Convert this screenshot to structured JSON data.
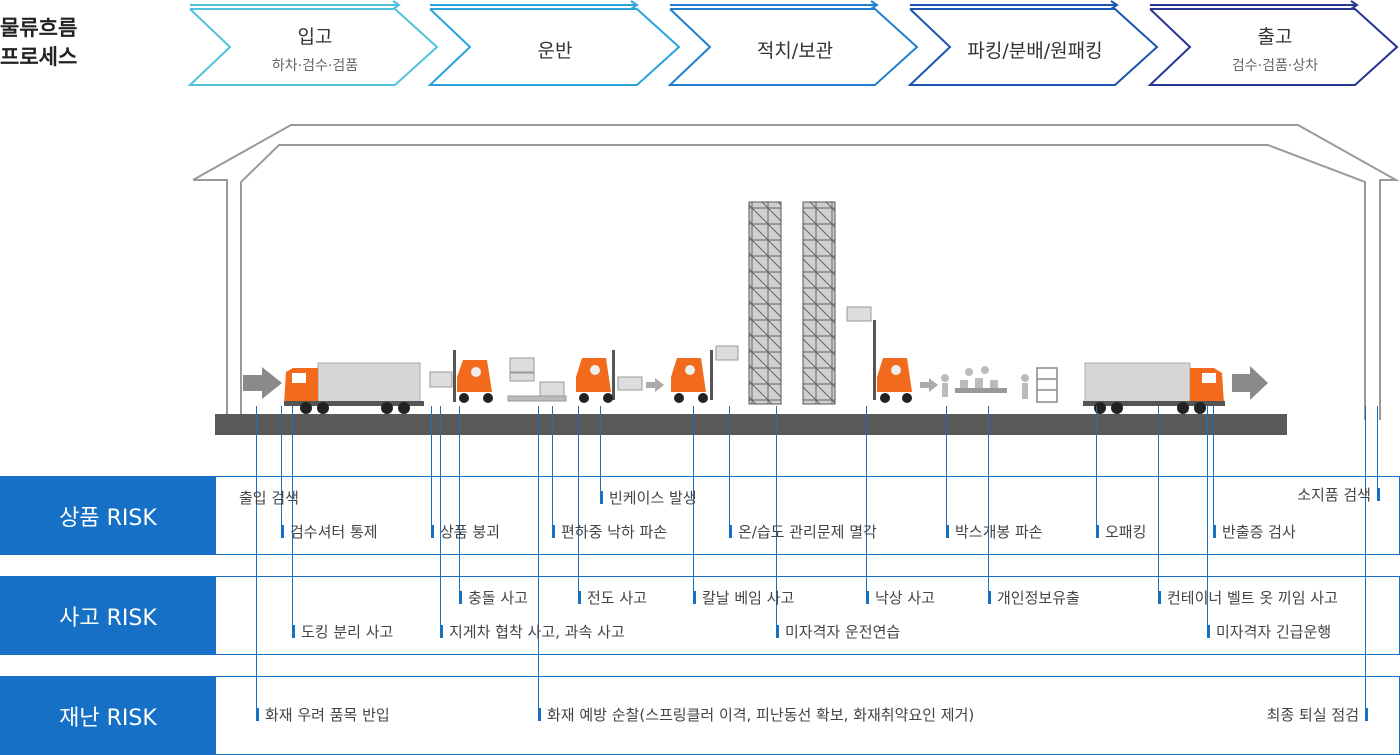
{
  "title": {
    "line1": "물류흐름",
    "line2": "프로세스"
  },
  "process_steps": [
    {
      "main": "입고",
      "sub": "하차·검수·검품"
    },
    {
      "main": "운반",
      "sub": ""
    },
    {
      "main": "적치/보관",
      "sub": ""
    },
    {
      "main": "파킹/분배/원패킹",
      "sub": ""
    },
    {
      "main": "출고",
      "sub": "검수·검품·상차"
    }
  ],
  "colors": {
    "accent": "#1570c6",
    "step1": "#4fc3dc",
    "step5": "#283593",
    "truck": "#f26a1b",
    "floor": "#5a5a5a"
  },
  "bands": {
    "product": {
      "label": "상품 RISK",
      "items": {
        "entry_search": "출입 검색",
        "shutter": "검수셔터 통제",
        "collapse": "상품 붕괴",
        "drop": "편하중 낙하 파손",
        "bincase": "빈케이스 발생",
        "temp": "온/습도 관리문제 멸각",
        "box_open": "박스개봉 파손",
        "mispack": "오패킹",
        "return_slip": "반출증 검사",
        "belongings": "소지품 검색"
      }
    },
    "accident": {
      "label": "사고 RISK",
      "items": {
        "docking": "도킹 분리 사고",
        "crash": "충돌 사고",
        "forklift": "지게차 협착 사고, 과속 사고",
        "tipover": "전도 사고",
        "blade": "칼날 베임 사고",
        "unlicensed": "미자격자 운전연습",
        "falling": "낙상 사고",
        "privacy": "개인정보유출",
        "belt": "컨테이너 벨트 옷 끼임 사고",
        "emergency": "미자격자 긴급운행"
      }
    },
    "disaster": {
      "label": "재난 RISK",
      "items": {
        "fire_items": "화재 우려 품목 반입",
        "patrol": "화재 예방 순찰(스프링클러 이격, 피난동선 확보, 화재취약요인 제거)",
        "final_check": "최종 퇴실 점검"
      }
    }
  }
}
